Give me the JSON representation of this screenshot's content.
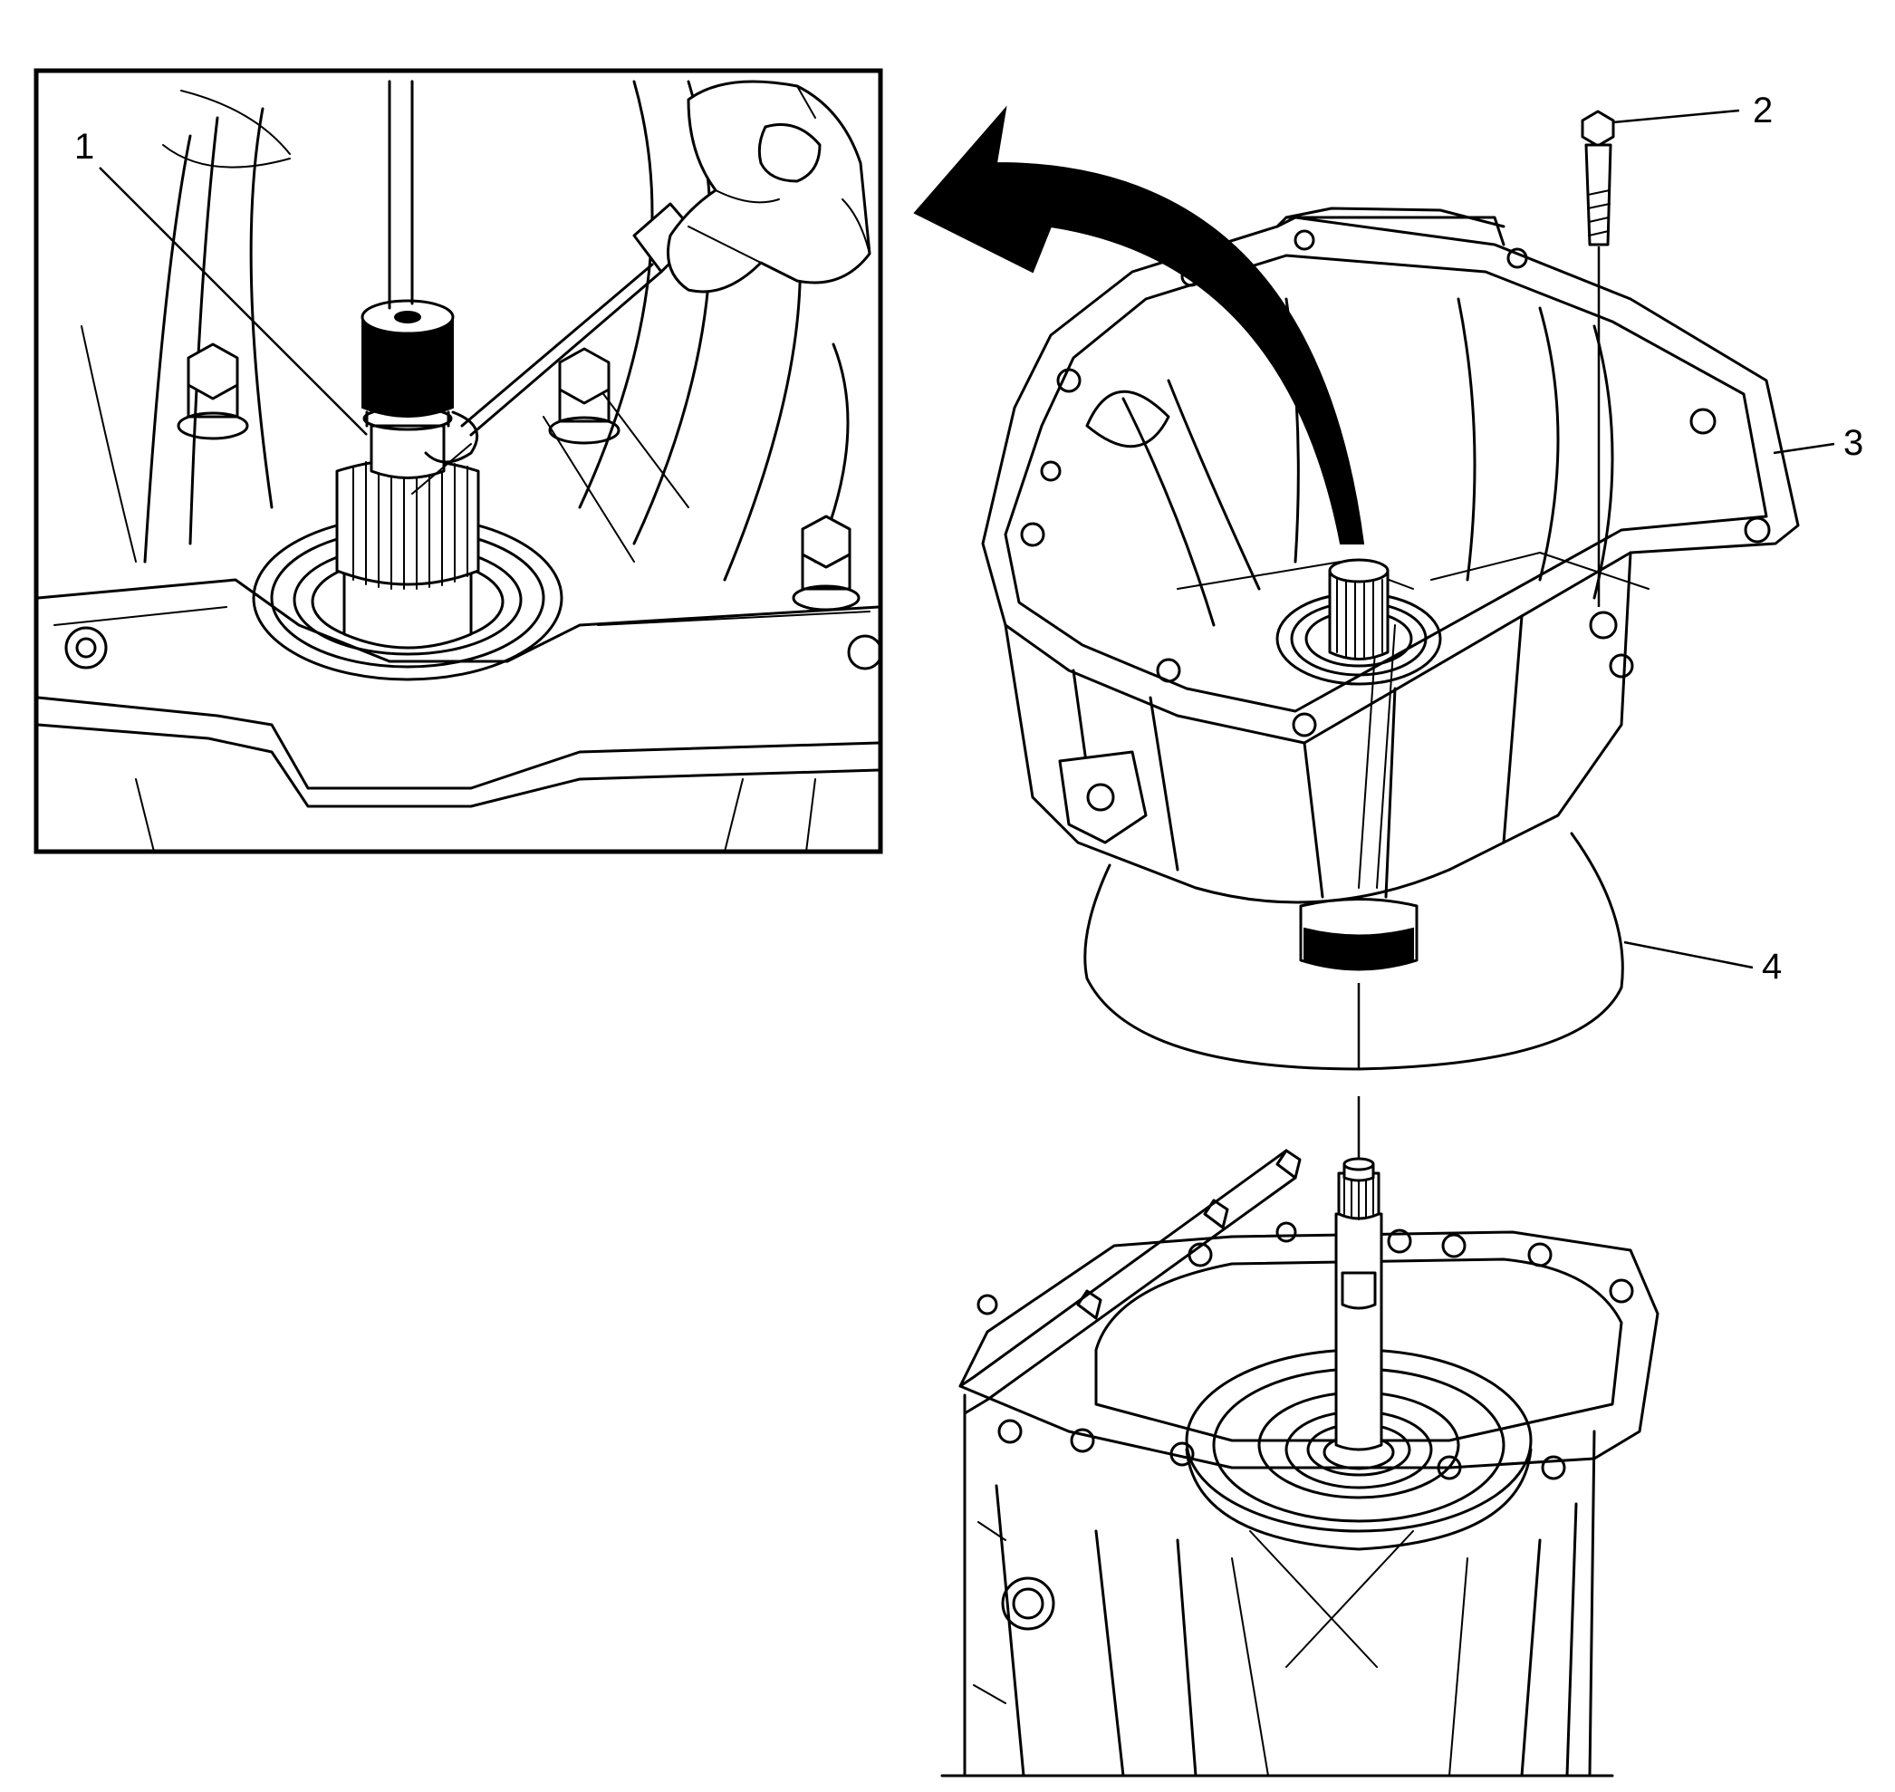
{
  "callouts": [
    {
      "id": "1",
      "text": "1"
    },
    {
      "id": "2",
      "text": "2"
    },
    {
      "id": "3",
      "text": "3"
    },
    {
      "id": "4",
      "text": "4"
    }
  ],
  "colors": {
    "line": "#000000",
    "background": "#ffffff"
  },
  "icons": [
    "rotation-arrow-icon"
  ]
}
